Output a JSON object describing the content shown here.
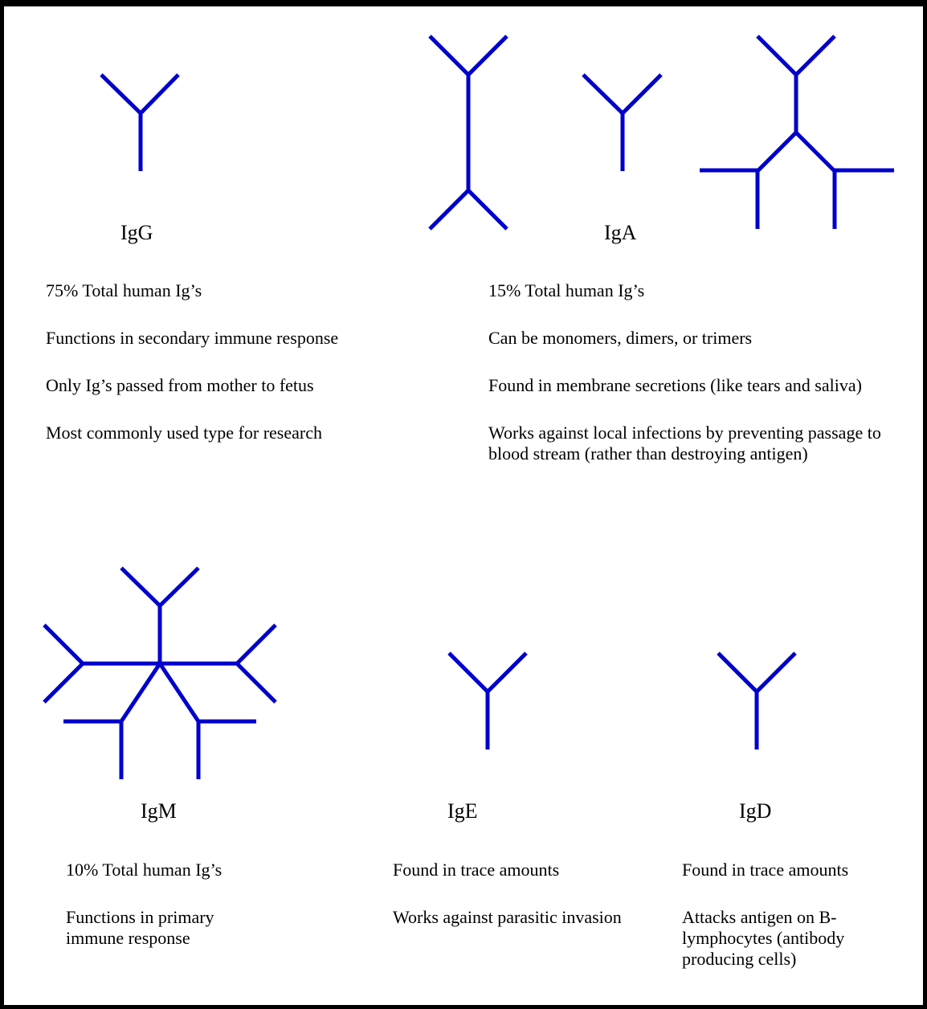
{
  "colors": {
    "antibody": "#0000cc",
    "border": "#000000",
    "text": "#000000"
  },
  "antibodies": [
    {
      "name": "IgG",
      "facts": [
        "75% Total human Ig’s",
        "Functions in secondary immune response",
        "Only Ig’s passed from mother to fetus",
        "Most commonly used type for research"
      ]
    },
    {
      "name": "IgA",
      "facts": [
        "15% Total human Ig’s",
        "Can be monomers, dimers, or trimers",
        "Found in membrane secretions (like tears and saliva)",
        "Works against local infections by preventing passage to blood stream (rather than destroying antigen)"
      ]
    },
    {
      "name": "IgM",
      "facts": [
        "10% Total human Ig’s",
        "Functions in primary immune response"
      ]
    },
    {
      "name": "IgE",
      "facts": [
        "Found in trace amounts",
        "Works against parasitic invasion"
      ]
    },
    {
      "name": "IgD",
      "facts": [
        "Found in trace amounts",
        "Attacks antigen on B-lymphocytes (antibody producing cells)"
      ]
    }
  ]
}
